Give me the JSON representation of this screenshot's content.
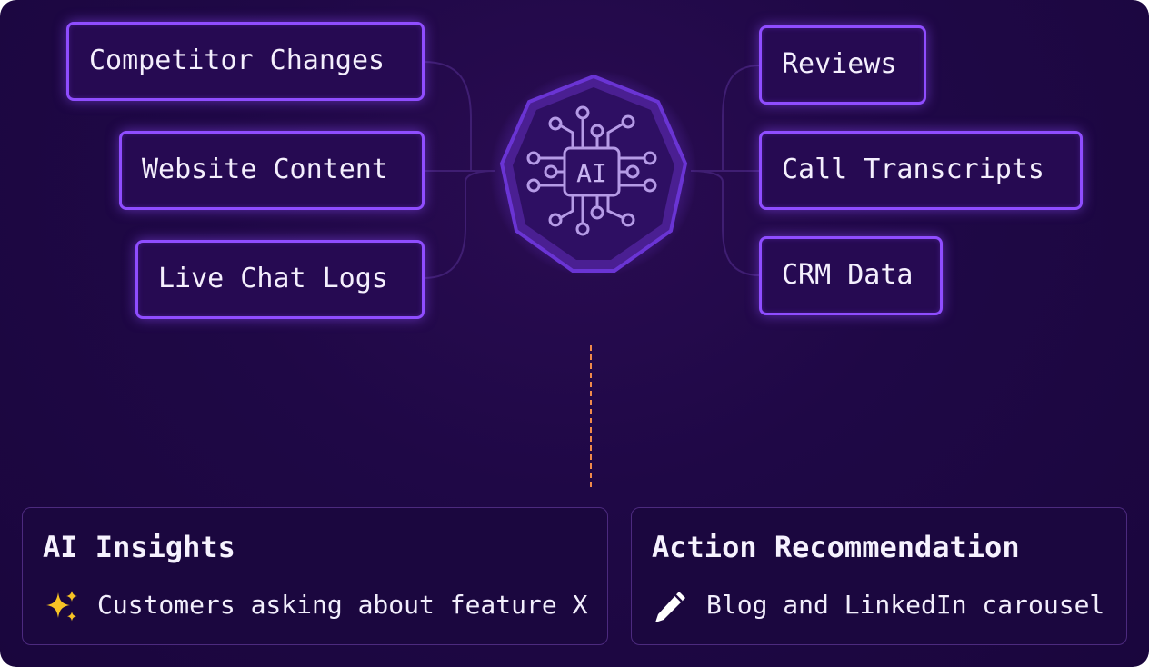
{
  "diagram": {
    "center": {
      "label": "AI",
      "icon": "ai-chip-icon"
    },
    "sources_left": [
      {
        "label": "Competitor Changes"
      },
      {
        "label": "Website Content"
      },
      {
        "label": "Live Chat Logs"
      }
    ],
    "sources_right": [
      {
        "label": "Reviews"
      },
      {
        "label": "Call Transcripts"
      },
      {
        "label": "CRM Data"
      }
    ],
    "outputs": [
      {
        "title": "AI Insights",
        "text": "Customers asking about feature X",
        "icon": "sparkles-icon"
      },
      {
        "title": "Action Recommendation",
        "text": "Blog and LinkedIn carousel",
        "icon": "pencil-icon"
      }
    ],
    "colors": {
      "background": "#1f0846",
      "accent": "#8f4dff",
      "connector_dash": "#f08a4b",
      "sparkle": "#f7c325"
    }
  }
}
